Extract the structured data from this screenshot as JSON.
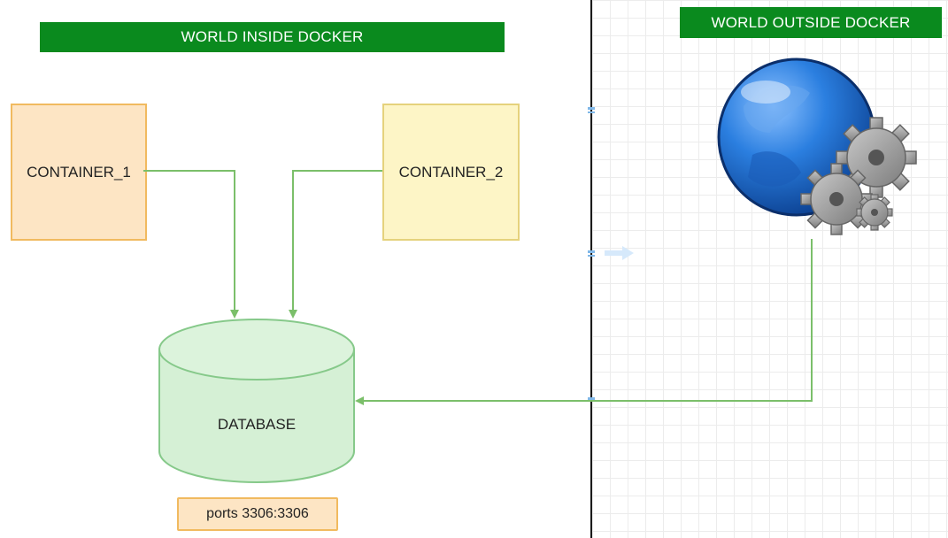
{
  "banners": {
    "inside": "WORLD INSIDE DOCKER",
    "outside": "WORLD OUTSIDE DOCKER"
  },
  "nodes": {
    "container_1": "CONTAINER_1",
    "container_2": "CONTAINER_2",
    "database": "DATABASE",
    "ports": "ports 3306:3306"
  },
  "icons": {
    "world": "globe-with-gears-icon"
  },
  "colors": {
    "banner": "#0a8a1e",
    "connector": "#7bbf6a",
    "container_1_fill": "#fde5c4",
    "container_2_fill": "#fdf5c6",
    "database_fill": "#d5f0d5",
    "database_stroke": "#86c98a",
    "globe": "#1f6fd1",
    "gear": "#9a9a9a"
  }
}
